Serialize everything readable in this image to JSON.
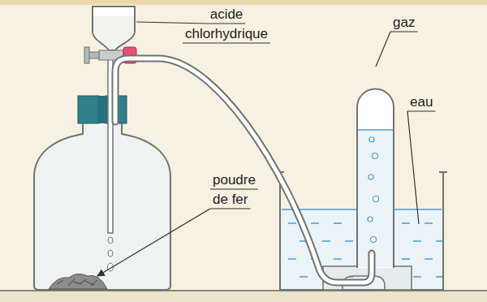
{
  "diagram": {
    "labels": [
      "acide chlorhydrique",
      "gaz",
      "eau",
      "poudre de fer"
    ]
  }
}
